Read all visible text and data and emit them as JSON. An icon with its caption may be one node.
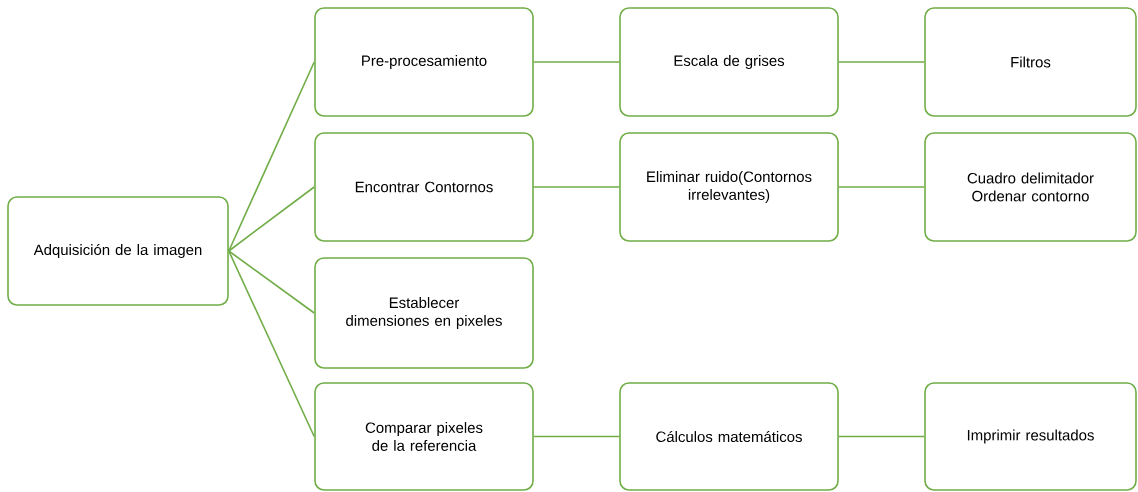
{
  "diagram": {
    "nodes": [
      {
        "text": [
          "Adquisición de la imagen"
        ]
      },
      {
        "text": [
          "Pre-procesamiento"
        ]
      },
      {
        "text": [
          "Escala de grises"
        ]
      },
      {
        "text": [
          "Filtros"
        ]
      },
      {
        "text": [
          "Encontrar Contornos"
        ]
      },
      {
        "text": [
          "Eliminar ruido(Contornos irrelevantes)"
        ]
      },
      {
        "text": [
          "Cuadro delimitador Ordenar contorno"
        ]
      },
      {
        "text": [
          "Establecer dimensiones en pixeles"
        ]
      },
      {
        "text": [
          "Comparar pixeles de la referencia"
        ]
      },
      {
        "text": [
          "Cálculos matemáticos"
        ]
      },
      {
        "text": [
          "Imprimir resultados"
        ]
      }
    ],
    "edges": [
      {
        "from": 0,
        "to": 1,
        "arrow": "none"
      },
      {
        "from": 0,
        "to": 4,
        "arrow": "none"
      },
      {
        "from": 0,
        "to": 7,
        "arrow": "none"
      },
      {
        "from": 0,
        "to": 8,
        "arrow": "none"
      },
      {
        "from": 1,
        "to": 2,
        "arrow": "none"
      },
      {
        "from": 2,
        "to": 3,
        "arrow": "none"
      },
      {
        "from": 4,
        "to": 5,
        "arrow": "none"
      },
      {
        "from": 5,
        "to": 6,
        "arrow": "none"
      },
      {
        "from": 8,
        "to": 9,
        "arrow": "none"
      },
      {
        "from": 9,
        "to": 10,
        "arrow": "none"
      }
    ]
  }
}
